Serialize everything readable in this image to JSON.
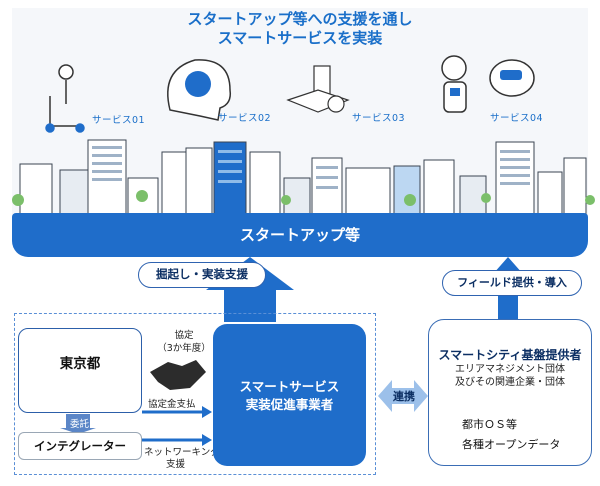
{
  "title_line1": "スタートアップ等への支援を通し",
  "title_line2": "スマートサービスを実装",
  "services": [
    "サービス01",
    "サービス02",
    "サービス03",
    "サービス04"
  ],
  "startup_bar": "スタートアップ等",
  "left_arrow_label": "掘起し・実装支援",
  "right_arrow_label": "フィールド提供・導入",
  "tokyo": "東京都",
  "integrator": "インテグレーター",
  "commission": "委託",
  "agreement_line1": "協定",
  "agreement_line2": "（3か年度）",
  "subsidy": "協定金支払",
  "network_line1": "ネットワーキング等",
  "network_line2": "支援",
  "promoter_line1": "スマートサービス",
  "promoter_line2": "実装促進事業者",
  "link": "連携",
  "platform_title": "スマートシティ基盤提供者",
  "platform_sub1": "エリアマネジメント団体",
  "platform_sub2": "及びその関連企業・団体",
  "platform_items": [
    "都市ＯＳ等",
    "各種オープンデータ"
  ],
  "colors": {
    "primary": "#1f6dca",
    "title": "#1a6fc9",
    "navy": "#0c2f63"
  }
}
